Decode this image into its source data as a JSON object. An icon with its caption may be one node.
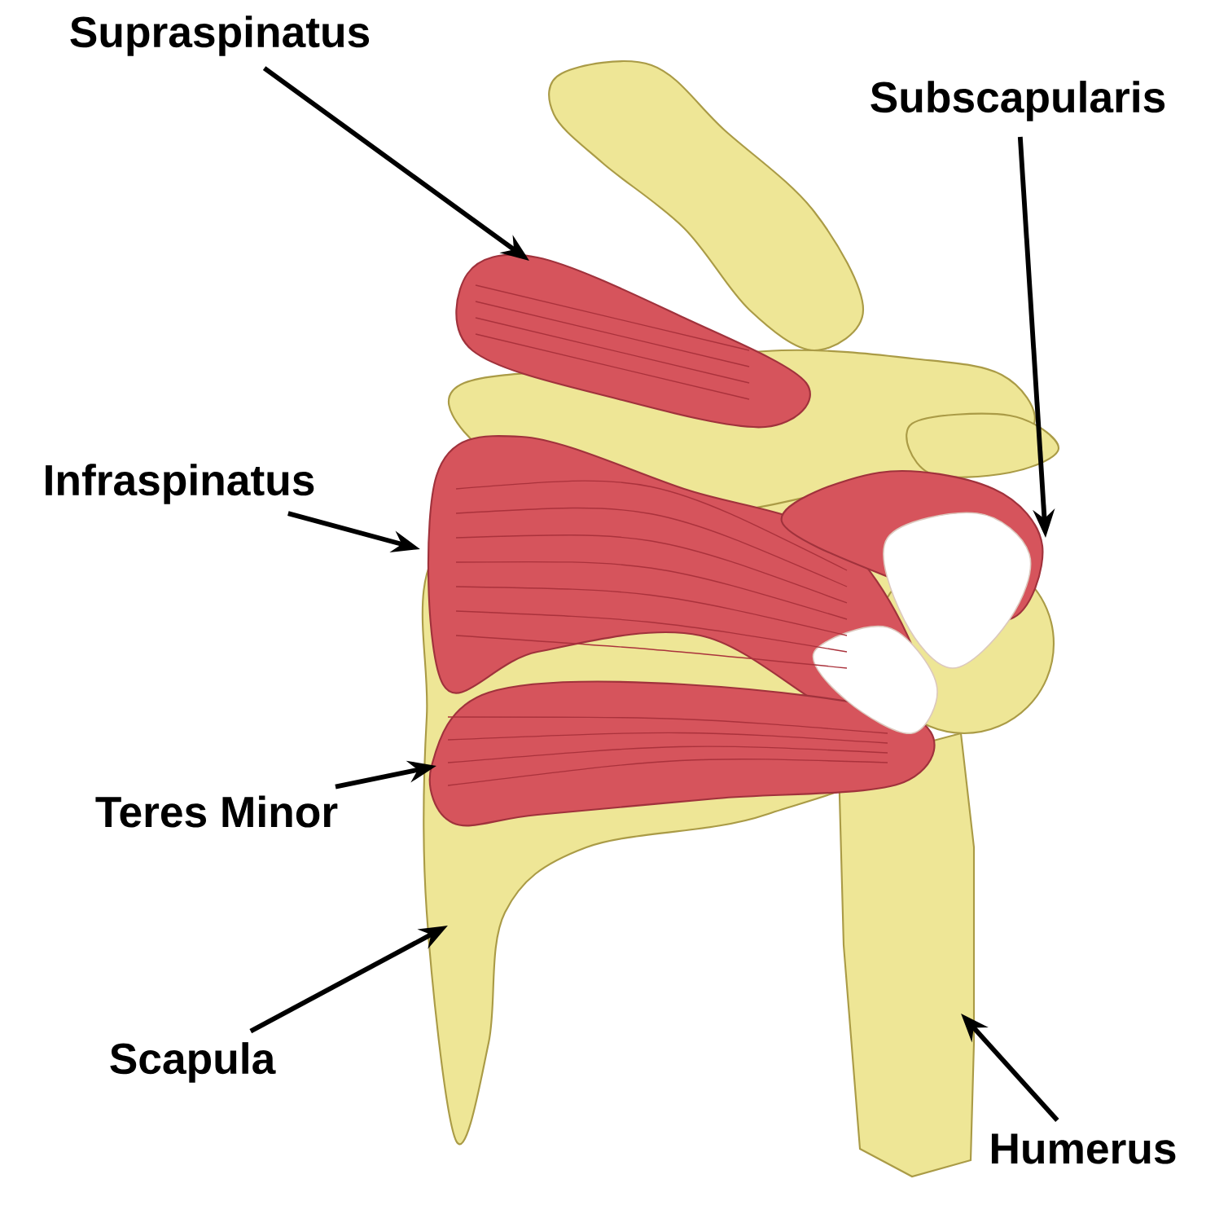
{
  "diagram": {
    "nodes": [
      {
        "text": [
          "Supraspinatus"
        ]
      },
      {
        "text": [
          "Subscapularis"
        ]
      },
      {
        "text": [
          "Infraspinatus"
        ]
      },
      {
        "text": [
          "Teres Minor"
        ]
      },
      {
        "text": [
          "Scapula"
        ]
      },
      {
        "text": [
          "Humerus"
        ]
      }
    ],
    "edges": [
      {
        "from": 0,
        "to": null,
        "arrow": "to"
      },
      {
        "from": 1,
        "to": null,
        "arrow": "to"
      },
      {
        "from": 2,
        "to": null,
        "arrow": "to"
      },
      {
        "from": 3,
        "to": null,
        "arrow": "to"
      },
      {
        "from": 4,
        "to": null,
        "arrow": "to"
      },
      {
        "from": 5,
        "to": null,
        "arrow": "to"
      }
    ]
  }
}
